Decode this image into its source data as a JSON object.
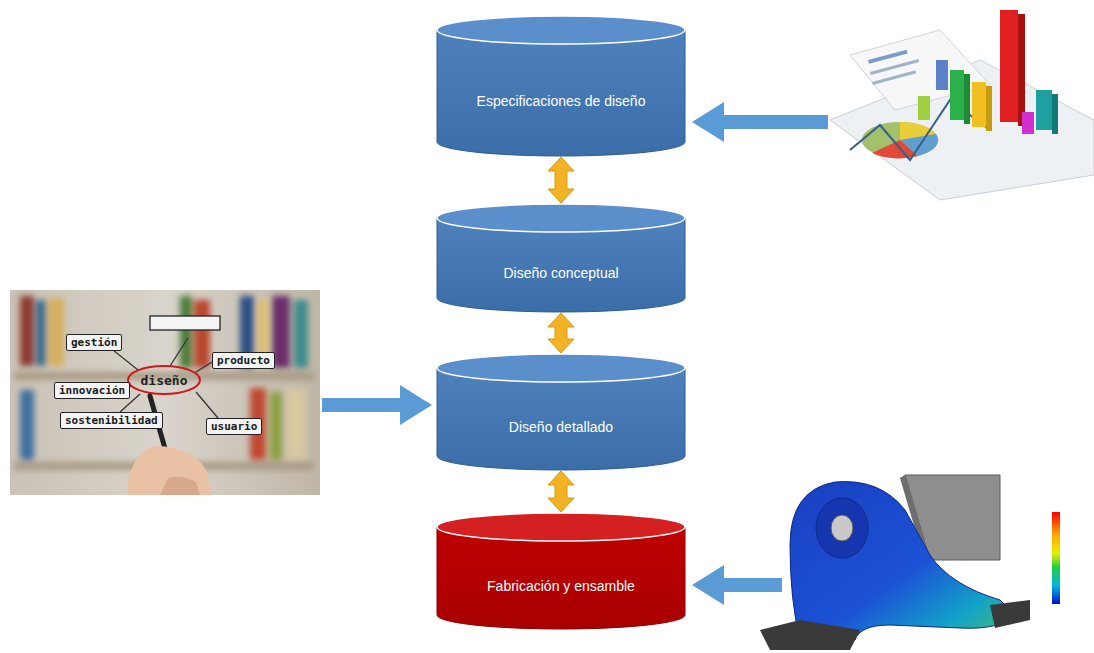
{
  "diagram": {
    "nodes": [
      {
        "text": [
          "Especificaciones de diseño"
        ]
      },
      {
        "text": [
          "Diseño conceptual"
        ]
      },
      {
        "text": [
          "Diseño detallado"
        ]
      },
      {
        "text": [
          "Fabricación y ensamble"
        ]
      }
    ],
    "edges": [
      {
        "from": 0,
        "to": 1,
        "arrow": "both"
      },
      {
        "from": 1,
        "to": 2,
        "arrow": "both"
      },
      {
        "from": 2,
        "to": 3,
        "arrow": "both"
      }
    ],
    "labels": [
      "gestión",
      "producto",
      "innovación",
      "diseño",
      "sostenibilidad",
      "usuario"
    ]
  }
}
